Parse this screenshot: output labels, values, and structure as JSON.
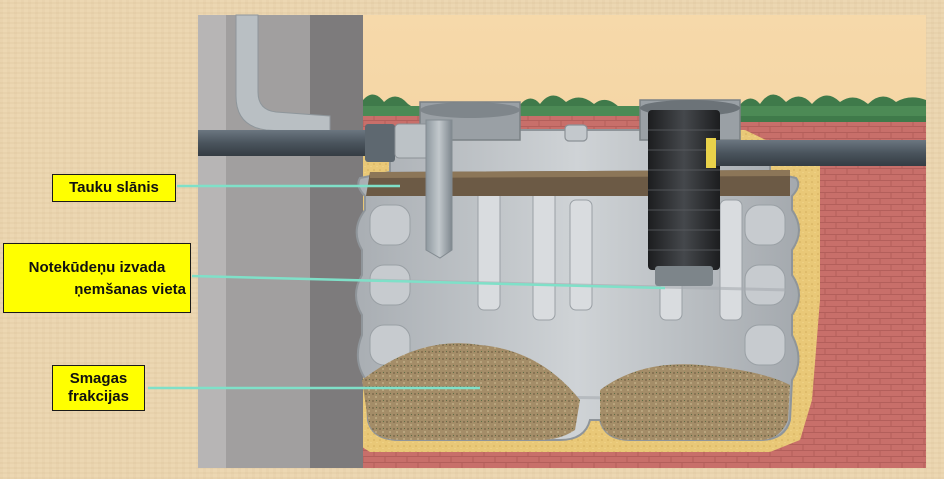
{
  "labels": {
    "grease_layer": {
      "text": "Tauku slānis"
    },
    "outlet_intake": {
      "line1": "Notekūdeņu izvada",
      "line2": "ņemšanas vieta"
    },
    "heavy_fractions": {
      "line1": "Smagas",
      "line2": "frakcijas"
    }
  },
  "colors": {
    "label_background": "#ffff00",
    "leader_line": "#7fe0c8",
    "tank_body": "#b9bec3",
    "soil_red": "#c96b66",
    "sand_fill": "#e8c978",
    "sludge": "#a08a66",
    "grass": "#3f7a4a",
    "pipe": "#4f5a63",
    "filter_unit": "#2b2d30",
    "wall": "#8e8c8c",
    "page_background": "#ecd7b2"
  }
}
